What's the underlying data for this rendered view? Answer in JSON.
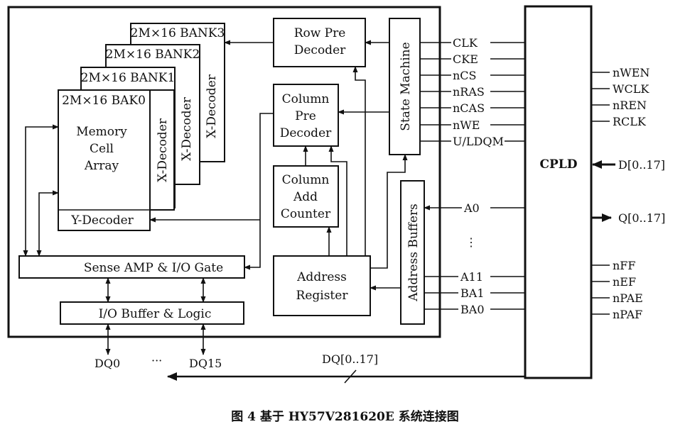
{
  "banks": [
    "2M×16 BANK3",
    "2M×16 BANK2",
    "2M×16 BANK1",
    "2M×16 BAK0"
  ],
  "memory_cell_array": [
    "Memory",
    "Cell",
    "Array"
  ],
  "x_decoder": "X-Decoder",
  "y_decoder": "Y-Decoder",
  "row_pre_decoder": [
    "Row Pre",
    "Decoder"
  ],
  "column_pre_decoder": [
    "Column",
    "Pre",
    "Decoder"
  ],
  "column_add_counter": [
    "Column",
    "Add",
    "Counter"
  ],
  "state_machine": "State Machine",
  "address_buffers": "Address Buffers",
  "address_register": [
    "Address",
    "Register"
  ],
  "sense_amp": "Sense AMP & I/O Gate",
  "io_buffer": "I/O Buffer & Logic",
  "control_signals": [
    "CLK",
    "CKE",
    "nCS",
    "nRAS",
    "nCAS",
    "nWE",
    "U/LDQM"
  ],
  "address_signals": {
    "a0": "A0",
    "dots": "⋮",
    "a11": "A11",
    "ba1": "BA1",
    "ba0": "BA0"
  },
  "cpld": "CPLD",
  "cpld_right_top": [
    "nWEN",
    "WCLK",
    "nREN",
    "RCLK"
  ],
  "cpld_right_bottom": [
    "nFF",
    "nEF",
    "nPAE",
    "nPAF"
  ],
  "data_in": "D[0..17]",
  "data_out": "Q[0..17]",
  "dq_bus": "DQ[0..17]",
  "dq0": "DQ0",
  "dq_dots": "···",
  "dq15": "DQ15",
  "caption": "图 4  基于 HY57V281620E 系统连接图"
}
